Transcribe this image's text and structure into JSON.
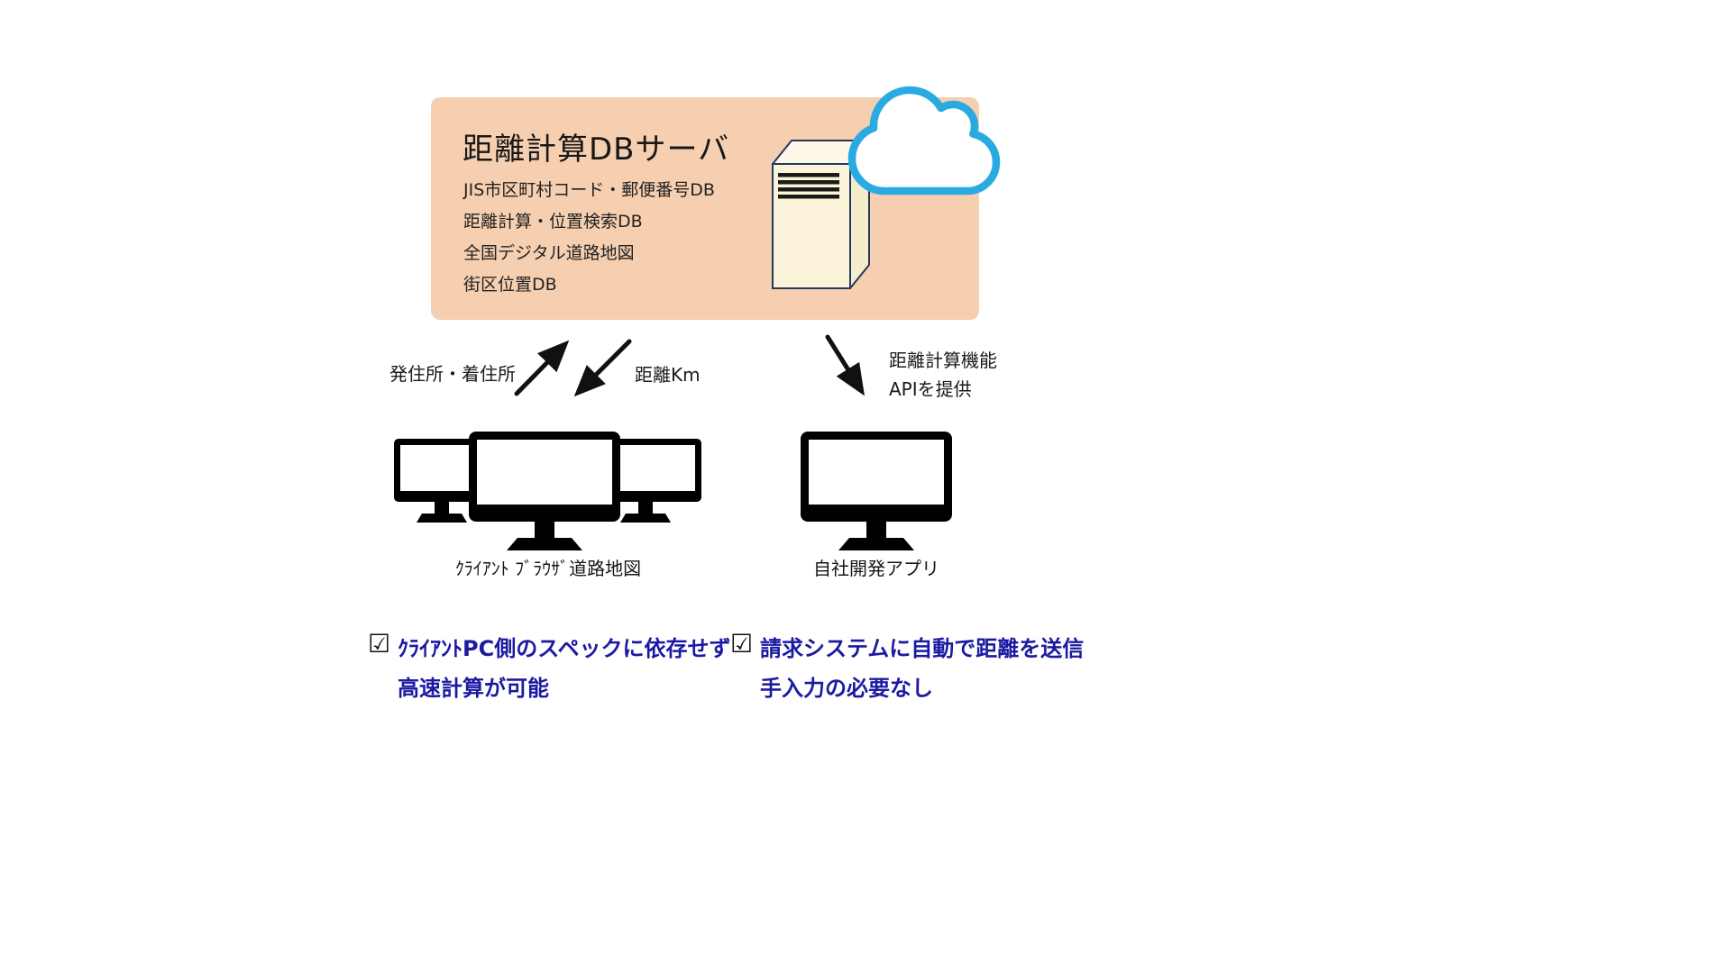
{
  "colors": {
    "server_box_bg": "#f6cfb0",
    "server_tower_fill": "#fbf4da",
    "cloud_stroke": "#29abe2",
    "arrow": "#111111",
    "checklist_text": "#1b1aa2"
  },
  "server": {
    "title": "距離計算DBサーバ",
    "items": [
      "JIS市区町村コード・郵便番号DB",
      "距離計算・位置検索DB",
      "全国デジタル道路地図",
      "街区位置DB"
    ]
  },
  "flows": {
    "request_label": "発住所・着住所",
    "response_label": "距離Km",
    "api_label_line1": "距離計算機能",
    "api_label_line2": "APIを提供"
  },
  "clients": {
    "browser_label": "ｸﾗｲｱﾝﾄ ﾌﾞﾗｳｻﾞ道路地図",
    "app_label": "自社開発アプリ"
  },
  "checklist": [
    {
      "checkbox": "☑",
      "line1": "ｸﾗｲｱﾝﾄPC側のスペックに依存せず",
      "line2": "高速計算が可能"
    },
    {
      "checkbox": "☑",
      "line1": "請求システムに自動で距離を送信",
      "line2": "手入力の必要なし"
    }
  ]
}
